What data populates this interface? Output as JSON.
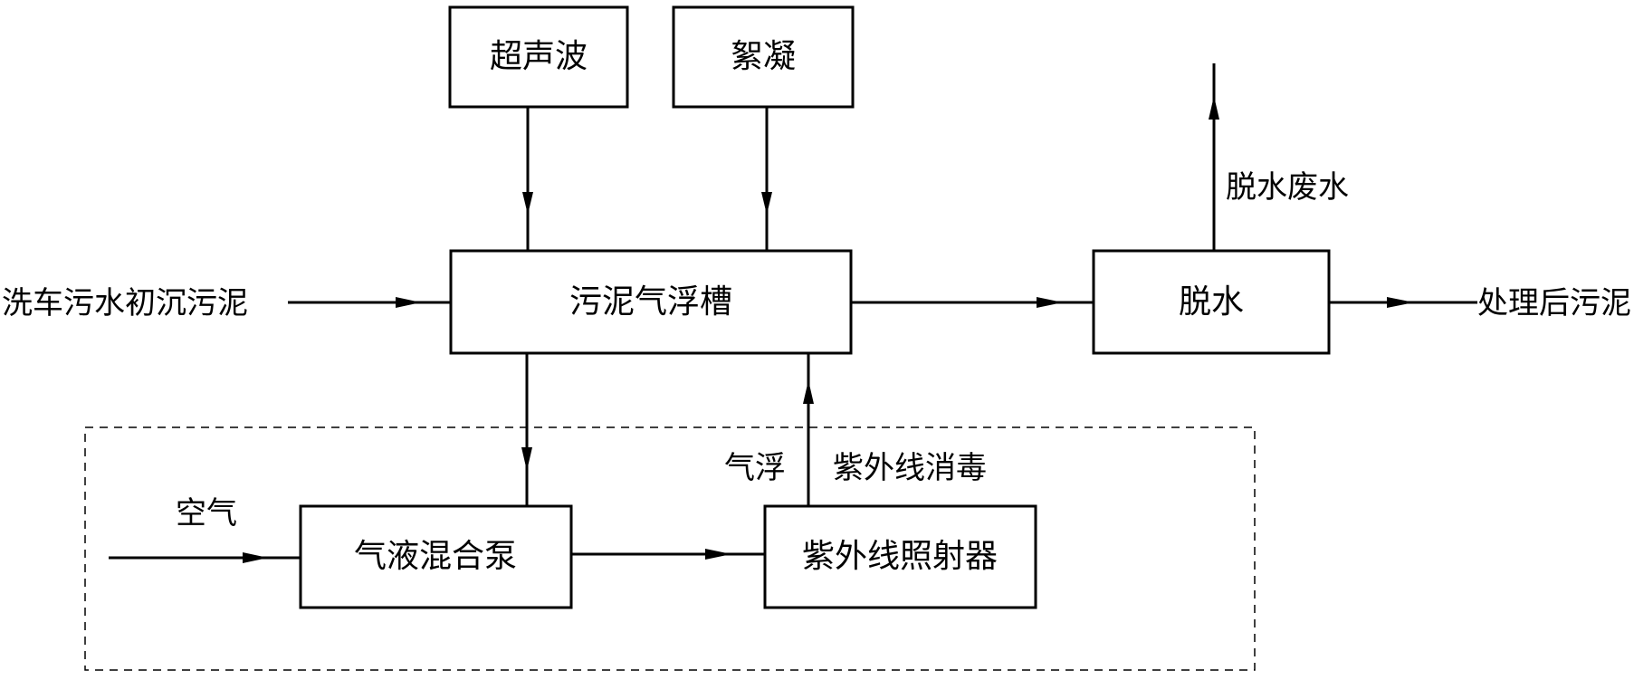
{
  "boxes": {
    "ultrasound": "超声波",
    "flocculation": "絮凝",
    "flotation_tank": "污泥气浮槽",
    "dewatering": "脱水",
    "gas_liquid_pump": "气液混合泵",
    "uv_irradiator": "紫外线照射器"
  },
  "labels": {
    "input_sludge": "洗车污水初沉污泥",
    "dewatering_wastewater": "脱水废水",
    "treated_sludge": "处理后污泥",
    "air": "空气",
    "air_flotation": "气浮",
    "uv_disinfection": "紫外线消毒"
  }
}
